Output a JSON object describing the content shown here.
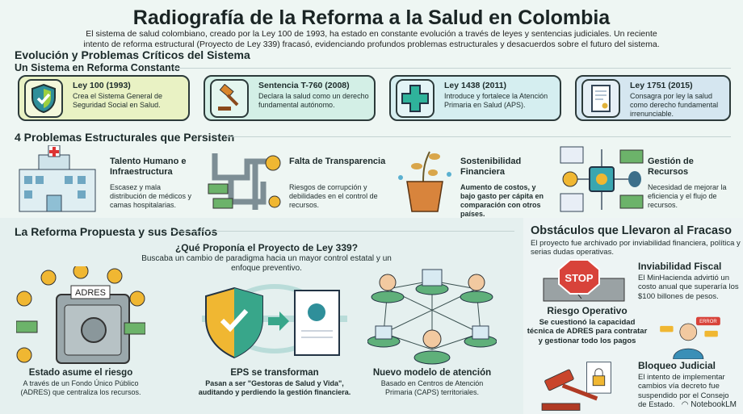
{
  "title": "Radiografía de la Reforma a la Salud en Colombia",
  "intro": "El sistema de salud colombiano, creado por la Ley 100 de 1993, ha estado en constante evolución a través de leyes y sentencias judiciales. Un reciente intento de reforma estructural (Proyecto de Ley 339) fracasó, evidenciando profundos problemas estructurales y desacuerdos sobre el futuro del sistema.",
  "section1": {
    "title": "Evolución y Problemas Críticos del Sistema",
    "subtitle": "Un Sistema en Reforma Constante",
    "timeline": [
      {
        "title": "Ley 100 (1993)",
        "desc": "Crea el Sistema General de Seguridad Social en Salud.",
        "icon": "shield-check-icon",
        "color": "#e9f2c4"
      },
      {
        "title": "Sentencia T-760 (2008)",
        "desc": "Declara la salud como un derecho fundamental autónomo.",
        "icon": "gavel-icon",
        "color": "#d3efe6"
      },
      {
        "title": "Ley 1438 (2011)",
        "desc": "Introduce y fortalece la Atención Primaria en Salud (APS).",
        "icon": "medical-cross-icon",
        "color": "#d5eef0"
      },
      {
        "title": "Ley 1751 (2015)",
        "desc": "Consagra por ley la salud como derecho fundamental irrenunciable.",
        "icon": "document-scroll-icon",
        "color": "#d5e6f0"
      }
    ]
  },
  "problems": {
    "title": "4 Problemas Estructurales que Persisten",
    "items": [
      {
        "title": "Talento Humano e Infraestructura",
        "desc": "Escasez y mala distribución de médicos y camas hospitalarias."
      },
      {
        "title": "Falta de Transparencia",
        "desc": "Riesgos de corrupción y debilidades en el control de recursos."
      },
      {
        "title": "Sostenibilidad Financiera",
        "desc": "Aumento de costos, y bajo gasto per cápita en comparación con otros países."
      },
      {
        "title": "Gestión de Recursos",
        "desc": "Necesidad de mejorar la eficiencia y el flujo de recursos."
      }
    ]
  },
  "reform": {
    "title": "La Reforma Propuesta y sus Desafíos",
    "question": "¿Qué Proponía el Proyecto de Ley 339?",
    "question_desc": "Buscaba un cambio de paradigma hacia un mayor control estatal y un enfoque preventivo.",
    "safe_label": "ADRES",
    "items": [
      {
        "title": "Estado asume el riesgo",
        "desc": "A través de un Fondo Único Público (ADRES) que centraliza los recursos."
      },
      {
        "title": "EPS se transforman",
        "desc": "Pasan a ser \"Gestoras de Salud y Vida\", auditando y perdiendo la gestión financiera."
      },
      {
        "title": "Nuevo modelo de atención",
        "desc": "Basado en Centros de Atención Primaria (CAPS) territoriales."
      }
    ]
  },
  "obstacles": {
    "title": "Obstáculos que Llevaron al Fracaso",
    "desc": "El proyecto fue archivado por inviabilidad financiera, política y serias dudas operativas.",
    "stop_label": "STOP",
    "error_label": "ERROR",
    "items": [
      {
        "title": "Inviabilidad Fiscal",
        "desc": "El MinHacienda advirtió un costo anual que superaría los $100 billones de pesos."
      },
      {
        "title": "Riesgo Operativo",
        "desc": "Se cuestionó la capacidad técnica de ADRES para contratar y gestionar todo los pagos"
      },
      {
        "title": "Bloqueo Judicial",
        "desc": "El intento de implementar cambios vía decreto fue suspendido por el Consejo de Estado."
      }
    ]
  },
  "brand": "NotebookLM"
}
